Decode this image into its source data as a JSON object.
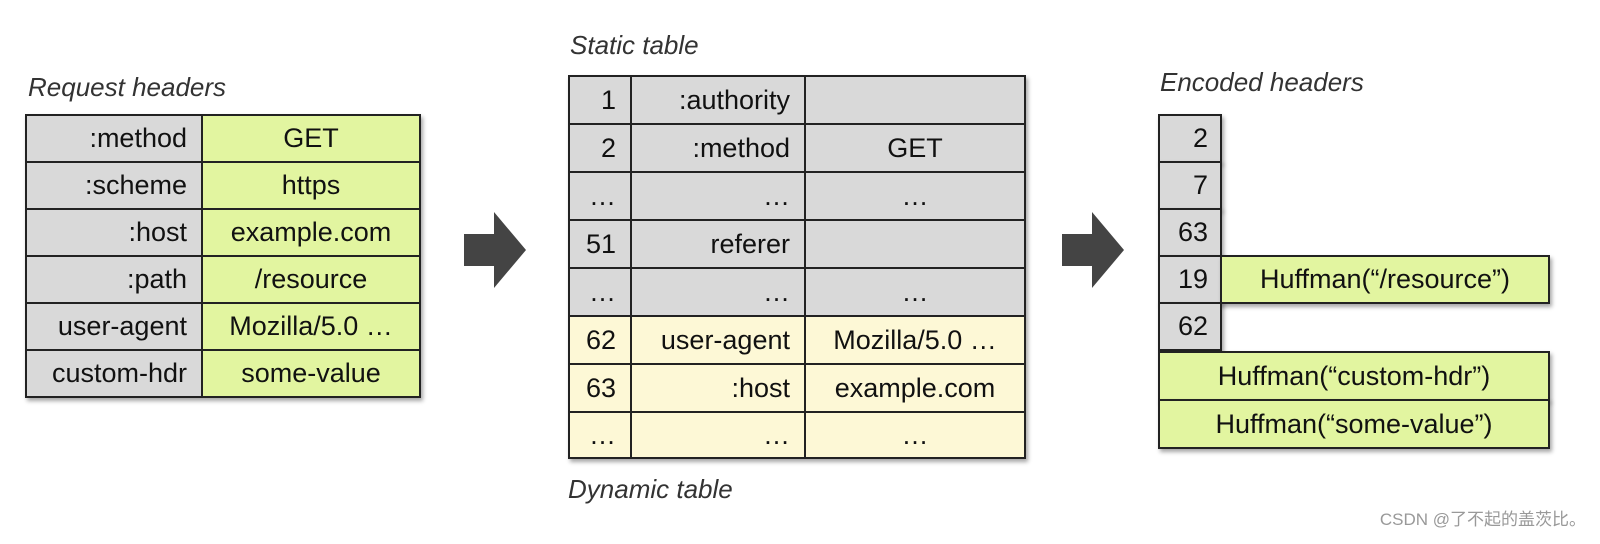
{
  "request": {
    "caption": "Request headers",
    "rows": [
      {
        "name": ":method",
        "value": "GET"
      },
      {
        "name": ":scheme",
        "value": "https"
      },
      {
        "name": ":host",
        "value": "example.com"
      },
      {
        "name": ":path",
        "value": "/resource"
      },
      {
        "name": "user-agent",
        "value": "Mozilla/5.0 …"
      },
      {
        "name": "custom-hdr",
        "value": "some-value"
      }
    ]
  },
  "static_table": {
    "caption": "Static table",
    "rows": [
      {
        "index": "1",
        "name": ":authority",
        "value": ""
      },
      {
        "index": "2",
        "name": ":method",
        "value": "GET"
      },
      {
        "index": "…",
        "name": "…",
        "value": "…"
      },
      {
        "index": "51",
        "name": "referer",
        "value": ""
      },
      {
        "index": "…",
        "name": "…",
        "value": "…"
      }
    ]
  },
  "dynamic_table": {
    "caption": "Dynamic table",
    "rows": [
      {
        "index": "62",
        "name": "user-agent",
        "value": "Mozilla/5.0 …"
      },
      {
        "index": "63",
        "name": ":host",
        "value": "example.com"
      },
      {
        "index": "…",
        "name": "…",
        "value": "…"
      }
    ]
  },
  "encoded": {
    "caption": "Encoded headers",
    "indices": [
      "2",
      "7",
      "63",
      "19",
      "62"
    ],
    "huffman_path": "Huffman(“/resource”)",
    "huffman_name": "Huffman(“custom-hdr”)",
    "huffman_value": "Huffman(“some-value”)"
  },
  "watermark": "CSDN @了不起的盖茨比。",
  "colors": {
    "grey": "#d9d9d9",
    "green": "#e2f5a0",
    "cream": "#fdf8d6",
    "arrow": "#444444"
  }
}
